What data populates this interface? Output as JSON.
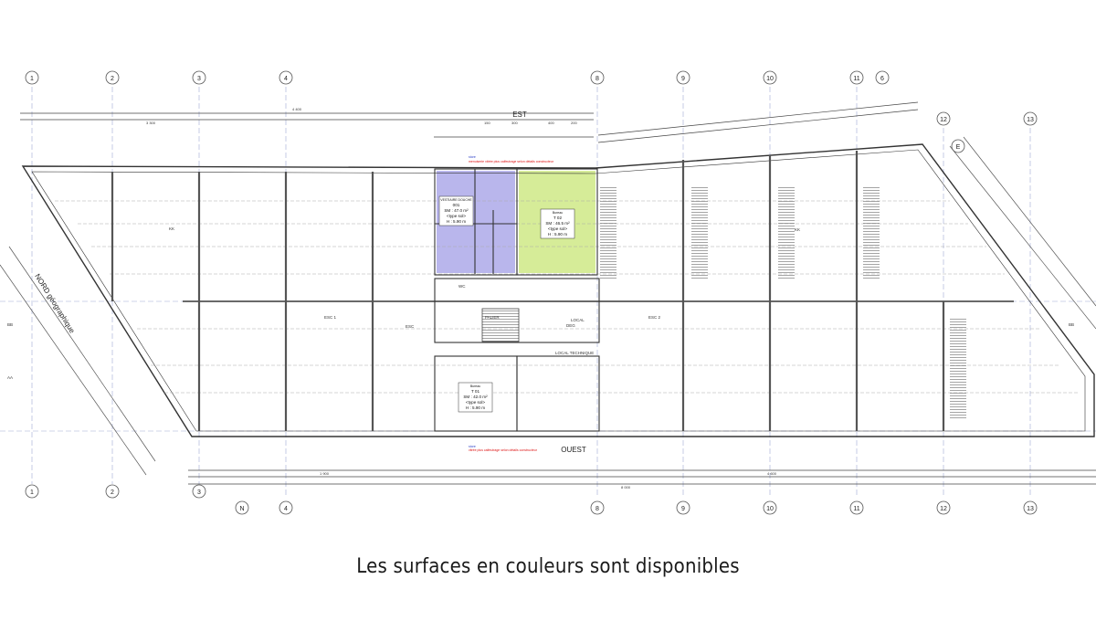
{
  "plan": {
    "orientation": {
      "top": "EST",
      "bottom": "OUEST",
      "north_label": "NORD géographique"
    },
    "north_marker": "N",
    "east_marker": "E",
    "axes_top": [
      "1",
      "2",
      "3",
      "4",
      "8",
      "9",
      "10",
      "11",
      "6",
      "12",
      "13"
    ],
    "axes_bottom": [
      "1",
      "2",
      "3",
      "4",
      "8",
      "9",
      "10",
      "11",
      "12",
      "13"
    ],
    "section_marks": [
      "BB",
      "AA",
      "BB"
    ],
    "zones": [
      "ESC 1",
      "ESC 2",
      "ESC",
      "KK",
      "KK"
    ],
    "rooms": [
      {
        "name": "VESTIAIRE DOUCHE",
        "id": "001",
        "sm": "SM : 47.0 m²",
        "floor": "<type sol>",
        "height": "H : 5.90 m",
        "color": "#b9b6ec"
      },
      {
        "name": "Bureau",
        "id": "T 02",
        "sm": "SM : 46.5 m²",
        "floor": "<type sol>",
        "height": "H : 5.90 m",
        "color": "#d6ec98"
      },
      {
        "name": "Bureau",
        "id": "T 01",
        "sm": "SM : 42.0 m²",
        "floor": "<type sol>",
        "height": "H : 5.90 m",
        "color": "#ffffff"
      }
    ],
    "small_labels": {
      "palier": "PALIER",
      "local_tech": "LOCAL TECHNIQUE",
      "local": "LOCAL",
      "wc": "WC",
      "deg": "DEG"
    },
    "notes": {
      "store": "store",
      "red_top": "menuiserie vitrée plus calfeutrage selon détails constructeur",
      "red_bottom": "vitrée plus calfeutrage selon détails constructeur"
    },
    "dimensions": {
      "top_total": "4 400",
      "top_row": [
        "3 300",
        "150",
        "300",
        "400",
        "200"
      ],
      "bottom_total": "8 000",
      "bottom_row": [
        "1 900",
        "4 600"
      ]
    }
  },
  "caption": "Les surfaces en couleurs sont disponibles"
}
